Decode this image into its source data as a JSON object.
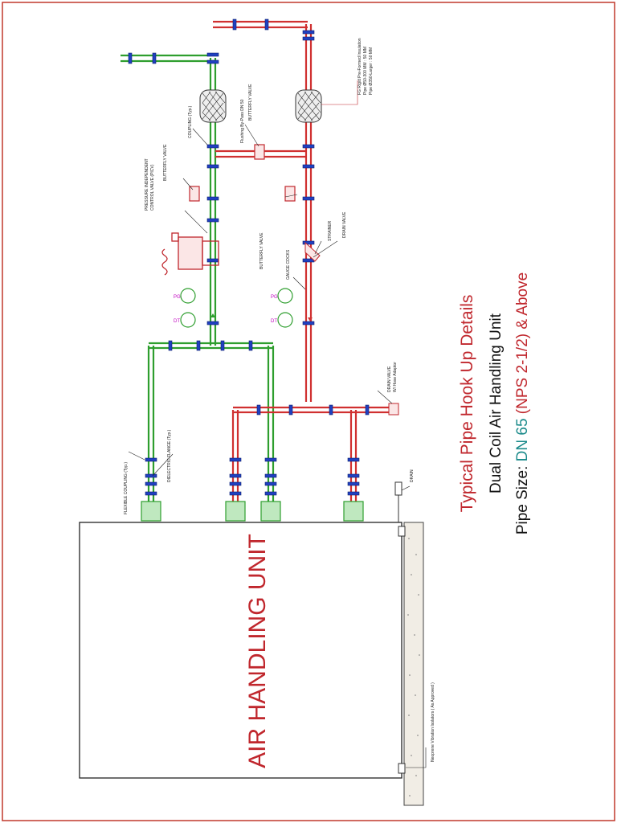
{
  "unit": {
    "label": "AIR HANDLING UNIT"
  },
  "title": {
    "line1": "Typical Pipe Hook Up Details",
    "line2": "Dual Coil Air Handling Unit",
    "line3_prefix": "Pipe Size: ",
    "line3_dn": "DN 65",
    "line3_nps": " (NPS 2-1/2) & Above"
  },
  "labels": {
    "insulation_1": "FG Rigid Pre-Formed Insulation",
    "insulation_2": "Pipe Ø50-300 MM : 50 MM",
    "insulation_3": "Pipe Ø350-Larger : 50 MM",
    "coupling": "COUPLING (Typ.)",
    "bypass": "Flushing By-Pass DN 50",
    "butterfly_bypass": "BUTTERFLY VALVE",
    "picv_1": "PRESSURE INDEPENDENT",
    "picv_2": "CONTROL VALVE (PICV)",
    "butterfly_supply": "BUTTERFLY VALVE",
    "butterfly_return": "BUTTERFLY VALVE",
    "strainer": "STRAINER",
    "drain_valve": "DRAIN VALVE",
    "gauge_cocks": "GAUGE COCKS",
    "drain_hose_1": "DRAIN VALVE",
    "drain_hose_2": "W/ Hose Adaptor",
    "flexible_coupling": "FLEXIBLE COUPLING (Typ.)",
    "dielectric": "DIELECTRIC FLANGE (Typ.)",
    "drain": "DRAIN",
    "neoprene": "Neoprene Vibration Isolators ( As Approved )",
    "pg_top": "PG",
    "dt_top": "DT",
    "pg_bottom": "PG",
    "dt_bottom": "DT"
  },
  "colors": {
    "border": "#c0392b",
    "supply_pipe": "#2e9e2e",
    "return_pipe": "#d03030",
    "fitting": "#2040c0",
    "title_red": "#c0272d",
    "dn_teal": "#1a8a8a",
    "annotation": "#222222"
  }
}
